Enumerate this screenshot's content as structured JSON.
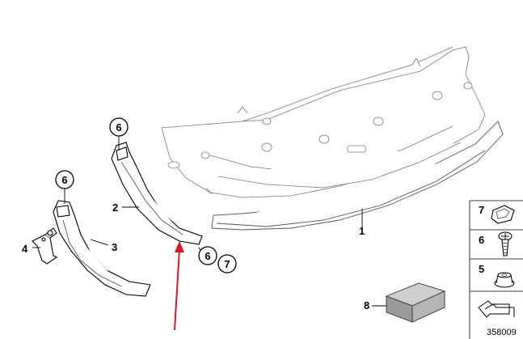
{
  "diagram": {
    "reference_number": "358009",
    "accent_color": "#e0141e",
    "callouts": [
      {
        "id": "bumper-cover-label",
        "text": "1"
      },
      {
        "id": "right-trim-label",
        "text": "2"
      },
      {
        "id": "left-trim-label",
        "text": "3"
      },
      {
        "id": "clip-label",
        "text": "4"
      },
      {
        "id": "circled-6-upper",
        "text": "6"
      },
      {
        "id": "circled-6-left",
        "text": "6"
      },
      {
        "id": "circled-6-lower",
        "text": "6"
      },
      {
        "id": "circled-7-lower",
        "text": "7"
      }
    ],
    "legend": [
      {
        "id": "legend-7",
        "text": "7",
        "icon": "clip-nut-icon"
      },
      {
        "id": "legend-6",
        "text": "6",
        "icon": "screw-icon"
      },
      {
        "id": "legend-5",
        "text": "5",
        "icon": "grommet-icon"
      },
      {
        "id": "legend-8",
        "text": "8",
        "icon": "box-icon"
      }
    ]
  }
}
